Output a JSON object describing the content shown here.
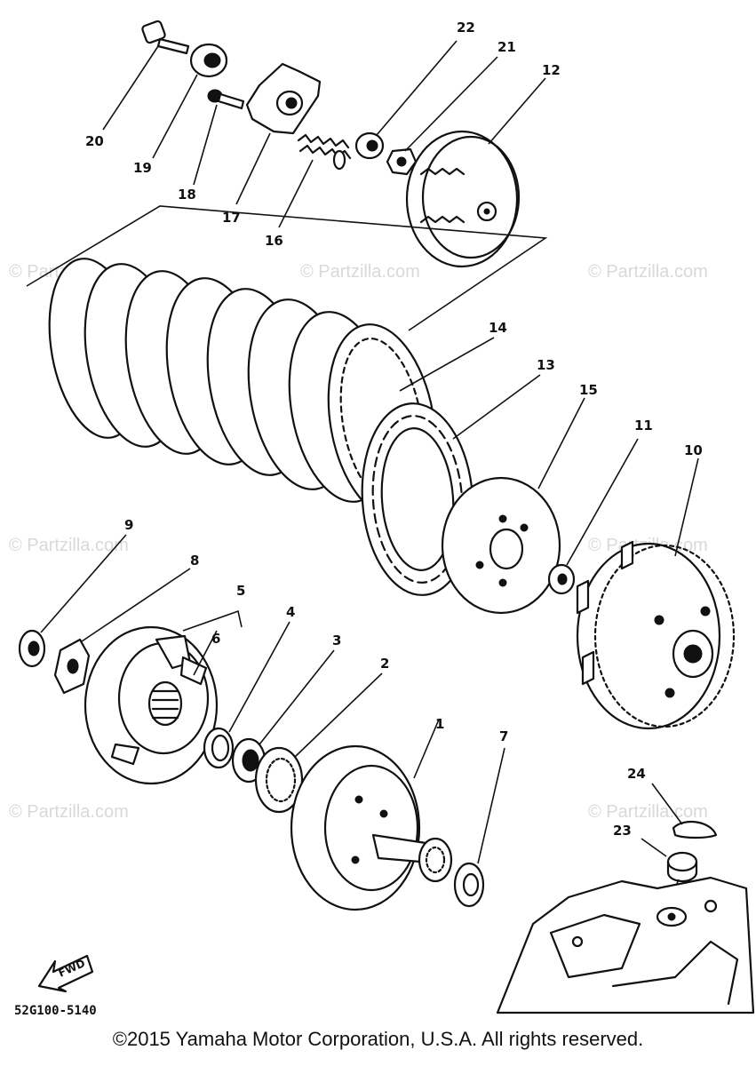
{
  "diagram": {
    "callouts": [
      {
        "id": "c1",
        "label": "1"
      },
      {
        "id": "c2",
        "label": "2"
      },
      {
        "id": "c3",
        "label": "3"
      },
      {
        "id": "c4",
        "label": "4"
      },
      {
        "id": "c5",
        "label": "5"
      },
      {
        "id": "c6",
        "label": "6"
      },
      {
        "id": "c7",
        "label": "7"
      },
      {
        "id": "c8",
        "label": "8"
      },
      {
        "id": "c9",
        "label": "9"
      },
      {
        "id": "c10",
        "label": "10"
      },
      {
        "id": "c11",
        "label": "11"
      },
      {
        "id": "c12",
        "label": "12"
      },
      {
        "id": "c13",
        "label": "13"
      },
      {
        "id": "c14",
        "label": "14"
      },
      {
        "id": "c15",
        "label": "15"
      },
      {
        "id": "c16",
        "label": "16"
      },
      {
        "id": "c17",
        "label": "17"
      },
      {
        "id": "c18",
        "label": "18"
      },
      {
        "id": "c19",
        "label": "19"
      },
      {
        "id": "c20",
        "label": "20"
      },
      {
        "id": "c21",
        "label": "21"
      },
      {
        "id": "c22",
        "label": "22"
      },
      {
        "id": "c23",
        "label": "23"
      },
      {
        "id": "c24",
        "label": "24"
      }
    ],
    "part_code": "52G100-5140",
    "direction_label": "FWD",
    "watermark": "© Partzilla.com"
  },
  "footer": {
    "copyright": "©2015 Yamaha Motor Corporation, U.S.A. All rights reserved."
  },
  "colors": {
    "ink": "#111111",
    "background": "#ffffff",
    "watermark": "#d9d9d9"
  }
}
